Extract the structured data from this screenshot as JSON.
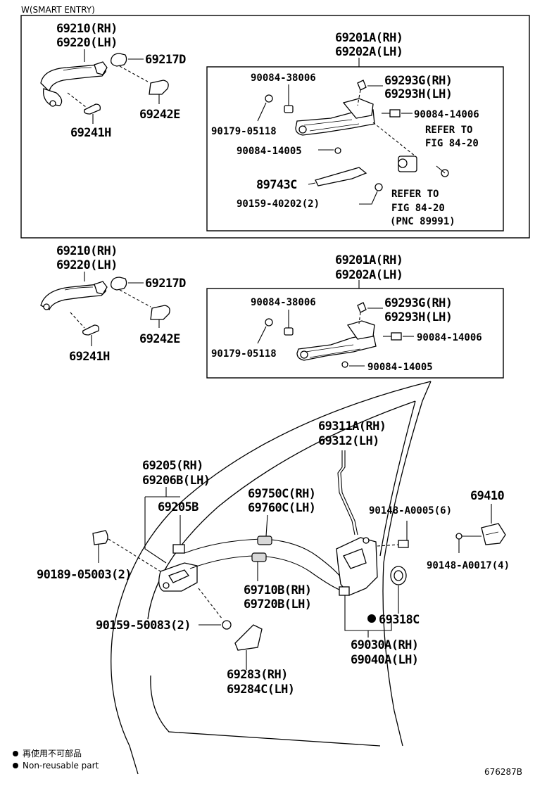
{
  "header": {
    "title": "W(SMART ENTRY)"
  },
  "upper_group": {
    "handle_labels": [
      "69210(RH)",
      "69220(LH)"
    ],
    "cap": "69217D",
    "gasket": "69242E",
    "pad": "69241H",
    "frame_labels": [
      "69201A(RH)",
      "69202A(LH)"
    ],
    "inner": {
      "bolt_a": "90084-38006",
      "cover_labels": [
        "69293G(RH)",
        "69293H(LH)"
      ],
      "screw_a": "90084-14006",
      "refer_a": [
        "REFER TO",
        "FIG 84-20"
      ],
      "clip": "90179-05118",
      "screw_b": "90084-14005",
      "bracket": "89743C",
      "screw_c": "90159-40202(2)",
      "refer_b": [
        "REFER TO",
        "FIG 84-20",
        "(PNC 89991)"
      ]
    }
  },
  "lower_group": {
    "handle_labels": [
      "69210(RH)",
      "69220(LH)"
    ],
    "cap": "69217D",
    "gasket": "69242E",
    "pad": "69241H",
    "frame_labels": [
      "69201A(RH)",
      "69202A(LH)"
    ],
    "inner": {
      "bolt_a": "90084-38006",
      "cover_labels": [
        "69293G(RH)",
        "69293H(LH)"
      ],
      "screw_a": "90084-14006",
      "clip": "90179-05118",
      "screw_b": "90084-14005"
    }
  },
  "door_group": {
    "rod": [
      "69311A(RH)",
      "69312(LH)"
    ],
    "inside_handle": [
      "69205(RH)",
      "69206B(LH)"
    ],
    "bezel": "69205B",
    "cable_upper": [
      "69750C(RH)",
      "69760C(LH)"
    ],
    "screw_lock": "90148-A0005(6)",
    "striker": "69410",
    "plug": "90189-05003(2)",
    "screw_striker": "90148-A0017(4)",
    "cable_lower": [
      "69710B(RH)",
      "69720B(LH)"
    ],
    "screw_handle": "90159-50083(2)",
    "seal": "69318C",
    "lock_labels": [
      "69030A(RH)",
      "69040A(LH)"
    ],
    "cover_labels": [
      "69283(RH)",
      "69284C(LH)"
    ]
  },
  "legend": {
    "items": [
      "再使用不可部品",
      "Non-reusable part"
    ]
  },
  "footer": {
    "code": "676287B"
  }
}
